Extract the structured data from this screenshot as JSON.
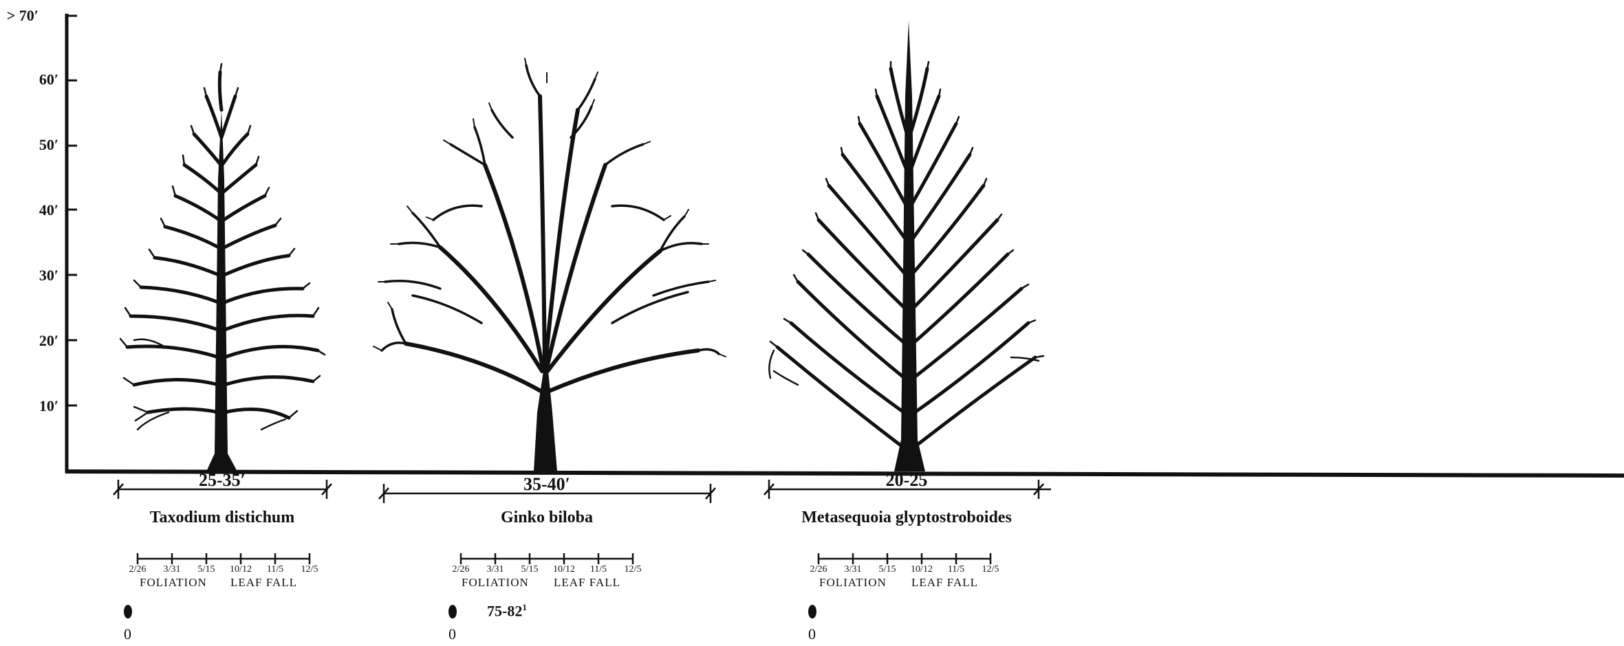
{
  "y_axis": {
    "ticks": [
      "10′",
      "20′",
      "30′",
      "40′",
      "50′",
      "60′",
      "> 70′"
    ]
  },
  "timeline": {
    "dates": [
      "2/26",
      "3/31",
      "5/15",
      "10/12",
      "11/5",
      "12/5"
    ],
    "foliation_label": "FOLIATION",
    "leaf_fall_label": "LEAF FALL"
  },
  "trees": [
    {
      "species": "Taxodium distichum",
      "spread": "25-35′",
      "marker_value": "0",
      "note": ""
    },
    {
      "species": "Ginko biloba",
      "spread": "35-40′",
      "marker_value": "0",
      "note": "75-82",
      "note_sup": "1"
    },
    {
      "species": "Metasequoia glyptostroboides",
      "spread": "20-25",
      "marker_value": "0",
      "note": ""
    }
  ],
  "colors": {
    "ink": "#111111",
    "background": "#ffffff"
  }
}
